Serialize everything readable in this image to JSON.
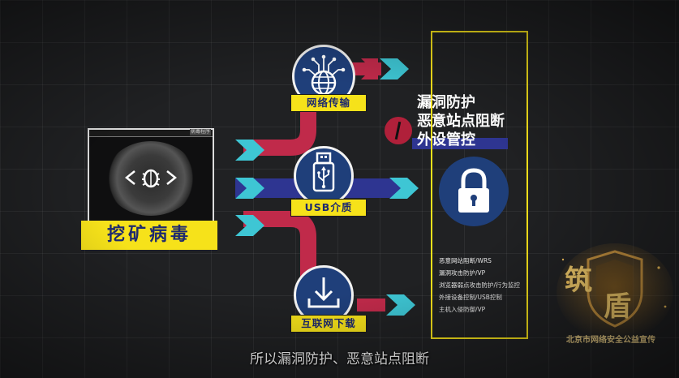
{
  "sources": {
    "network": {
      "label": "网络传输",
      "icon": "globe-network-icon"
    },
    "usb": {
      "label": "USB介质",
      "icon": "usb-icon"
    },
    "internet": {
      "label": "互联网下载",
      "icon": "download-icon"
    }
  },
  "virus": {
    "label": "挖矿病毒",
    "window_tag": "病毒程序",
    "icon": "bug-code-icon"
  },
  "protections": [
    "漏洞防护",
    "恶意站点阻断",
    "外设管控"
  ],
  "lock_icon": "padlock-icon",
  "feature_list": [
    "恶意网站阻断/WRS",
    "漏洞攻击防护/VP",
    "浏览器弱点攻击防护/行为监控",
    "外接设备控制/USB控制",
    "主机入侵防御/VP"
  ],
  "emblem": {
    "title_chars": [
      "筑",
      "盾"
    ],
    "caption": "北京市网络安全公益宣传"
  },
  "subtitle": "所以漏洞防护、恶意站点阻断",
  "colors": {
    "yellow": "#f6e21a",
    "navy": "#1f3f7a",
    "cyan": "#3ec6d4",
    "crimson": "#c02a4a",
    "stripe_blue": "#2e3591"
  }
}
